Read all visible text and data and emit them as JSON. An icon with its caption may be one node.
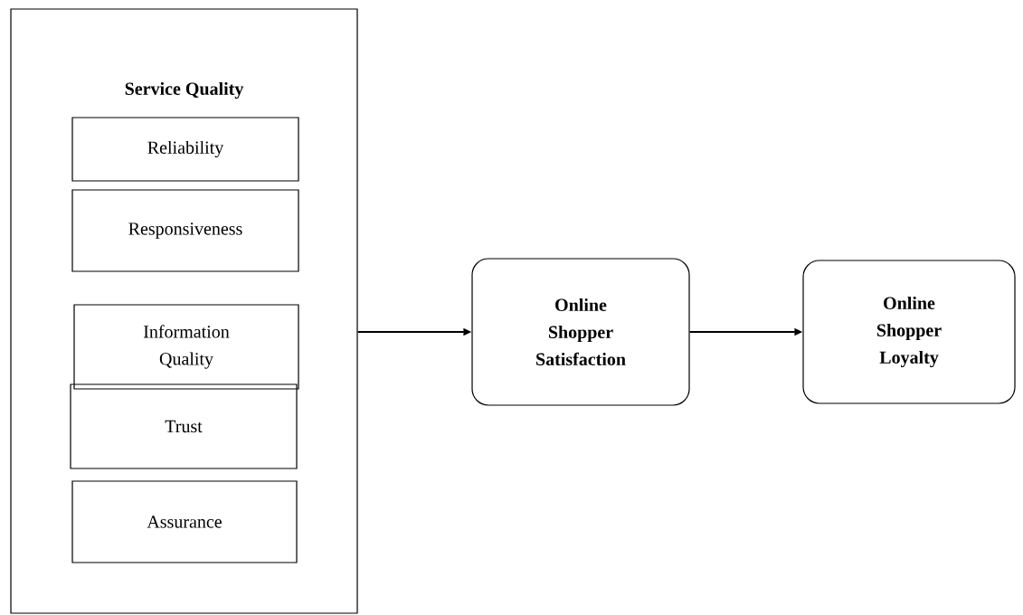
{
  "diagram": {
    "nodes": [
      {
        "text": [
          "Service Quality"
        ]
      },
      {
        "text": [
          "Reliability"
        ],
        "in": 0
      },
      {
        "text": [
          "Responsiveness"
        ],
        "in": 0
      },
      {
        "text": [
          "Information Quality"
        ],
        "in": 0
      },
      {
        "text": [
          "Trust"
        ],
        "in": 0
      },
      {
        "text": [
          "Assurance"
        ],
        "in": 0
      },
      {
        "text": [
          "Online Shopper Satisfaction"
        ]
      },
      {
        "text": [
          "Online Shopper Loyalty"
        ]
      }
    ],
    "edges": [
      {
        "from": 0,
        "to": 6,
        "arrow": "to"
      },
      {
        "from": 6,
        "to": 7,
        "arrow": "to"
      }
    ]
  }
}
